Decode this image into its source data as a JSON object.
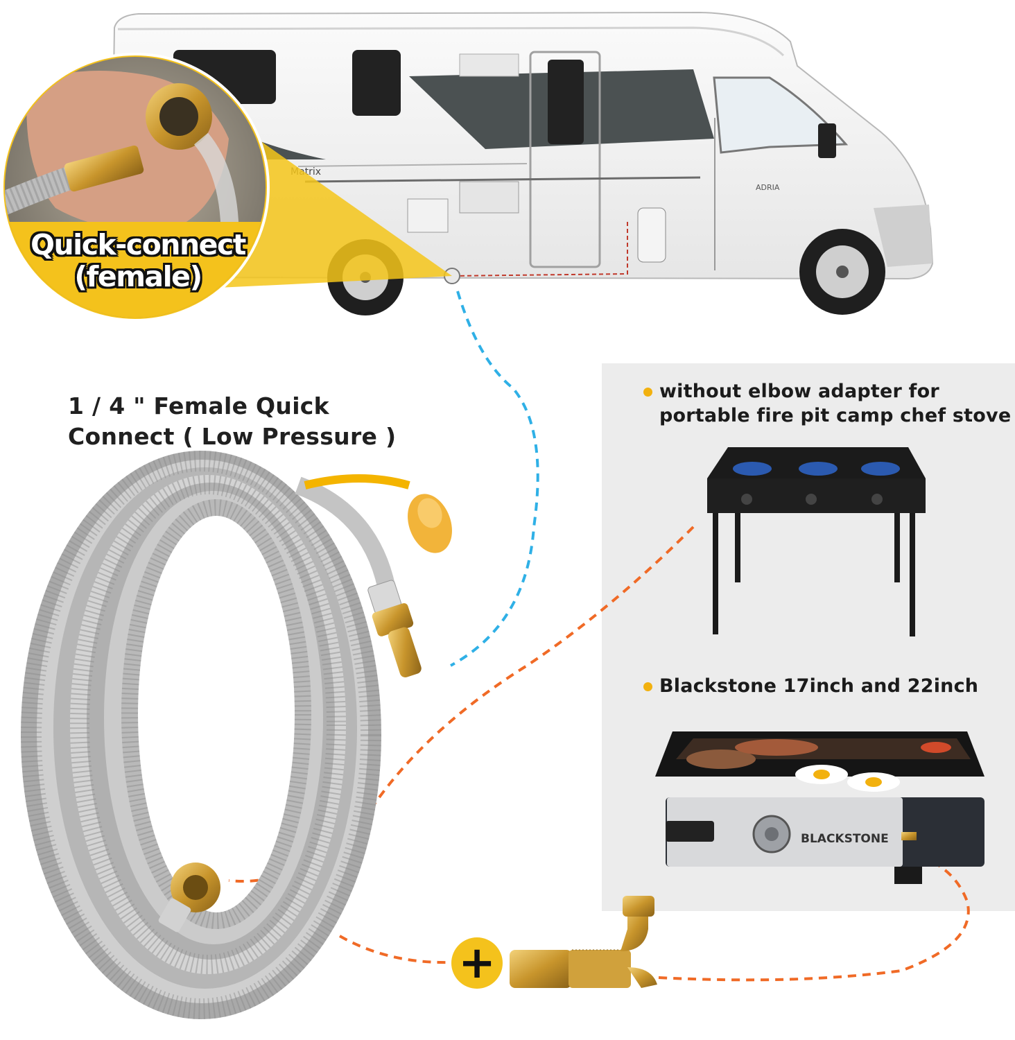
{
  "rv": {
    "model_label": "Matrix",
    "brand_label": "ADRIA"
  },
  "callout": {
    "line1": "Quick-connect",
    "line2": "(female)"
  },
  "hose": {
    "title_line1": "1 / 4 \" Female Quick",
    "title_line2": "Connect ( Low Pressure )"
  },
  "panel": {
    "stove_line1": "without elbow adapter for",
    "stove_line2": "portable fire pit camp chef stove",
    "griddle_label": "Blackstone 17inch and 22inch",
    "griddle_brand": "BLACKSTONE"
  },
  "adapter": {
    "plus_symbol": "+"
  },
  "colors": {
    "accent_yellow": "#f2b10f",
    "blue_dash": "#2fb0e6",
    "orange_dash": "#f06a26",
    "brass": "#d6a640",
    "steel": "#c9c9c9"
  }
}
